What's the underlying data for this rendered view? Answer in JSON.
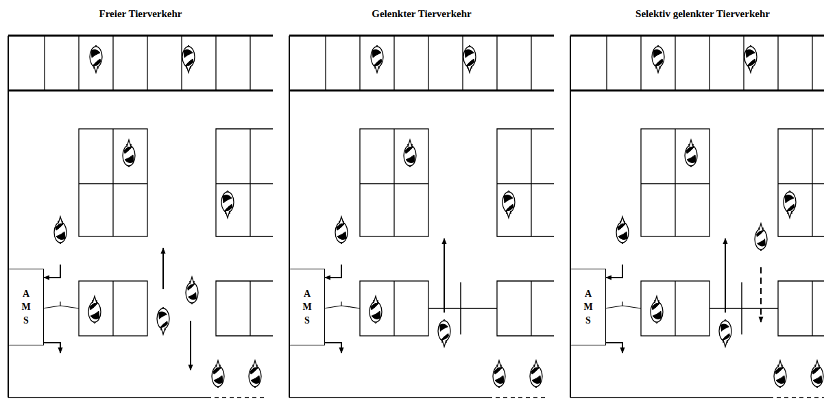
{
  "diagram": {
    "nodes": [
      {
        "text": [
          "A M S"
        ]
      },
      {
        "text": [
          "A M S"
        ]
      },
      {
        "text": [
          "A M S"
        ]
      }
    ],
    "labels": [
      "Freier Tierverkehr",
      "Gelenkter Tierverkehr",
      "Selektiv gelenkter Tierverkehr"
    ]
  }
}
